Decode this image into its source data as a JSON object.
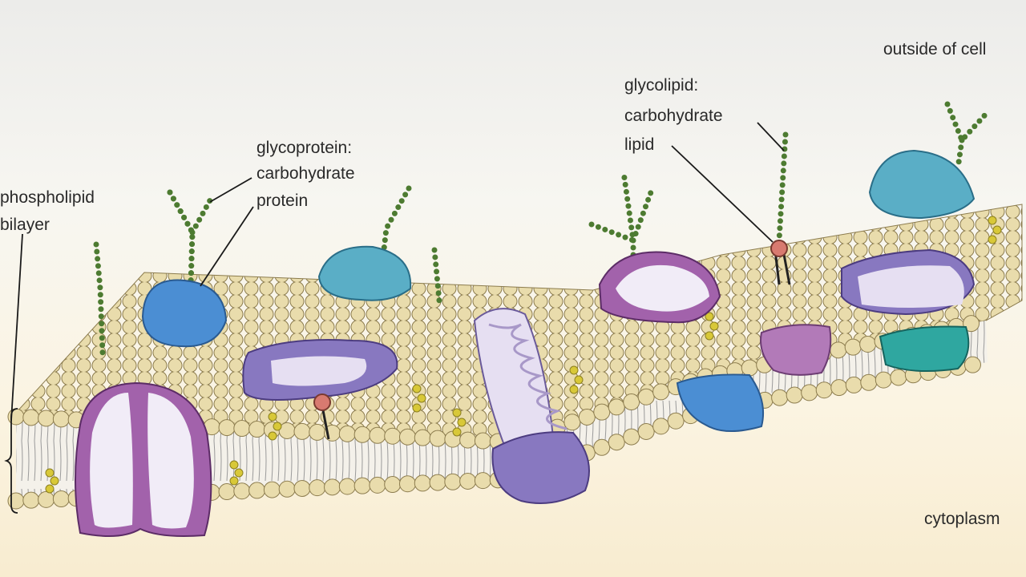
{
  "labels": {
    "outside": "outside of cell",
    "cytoplasm": "cytoplasm",
    "phospholipid": [
      "phospholipid",
      "bilayer"
    ],
    "glycoprotein": [
      "glycoprotein:",
      "carbohydrate",
      "protein"
    ],
    "glycolipid": [
      "glycolipid:",
      "carbohydrate",
      "lipid"
    ]
  },
  "colors": {
    "head": "#e9dcac",
    "head_stroke": "#8c7c4e",
    "carbohydrate": "#4d7b31",
    "cholesterol": "#d8c838",
    "blue_protein": "#4b8ed3",
    "teal_protein": "#5aaec6",
    "purple_protein": "#8878c0",
    "lavender": "#e6dff2",
    "magenta": "#a262ab",
    "green_teal": "#2fa7a0"
  }
}
